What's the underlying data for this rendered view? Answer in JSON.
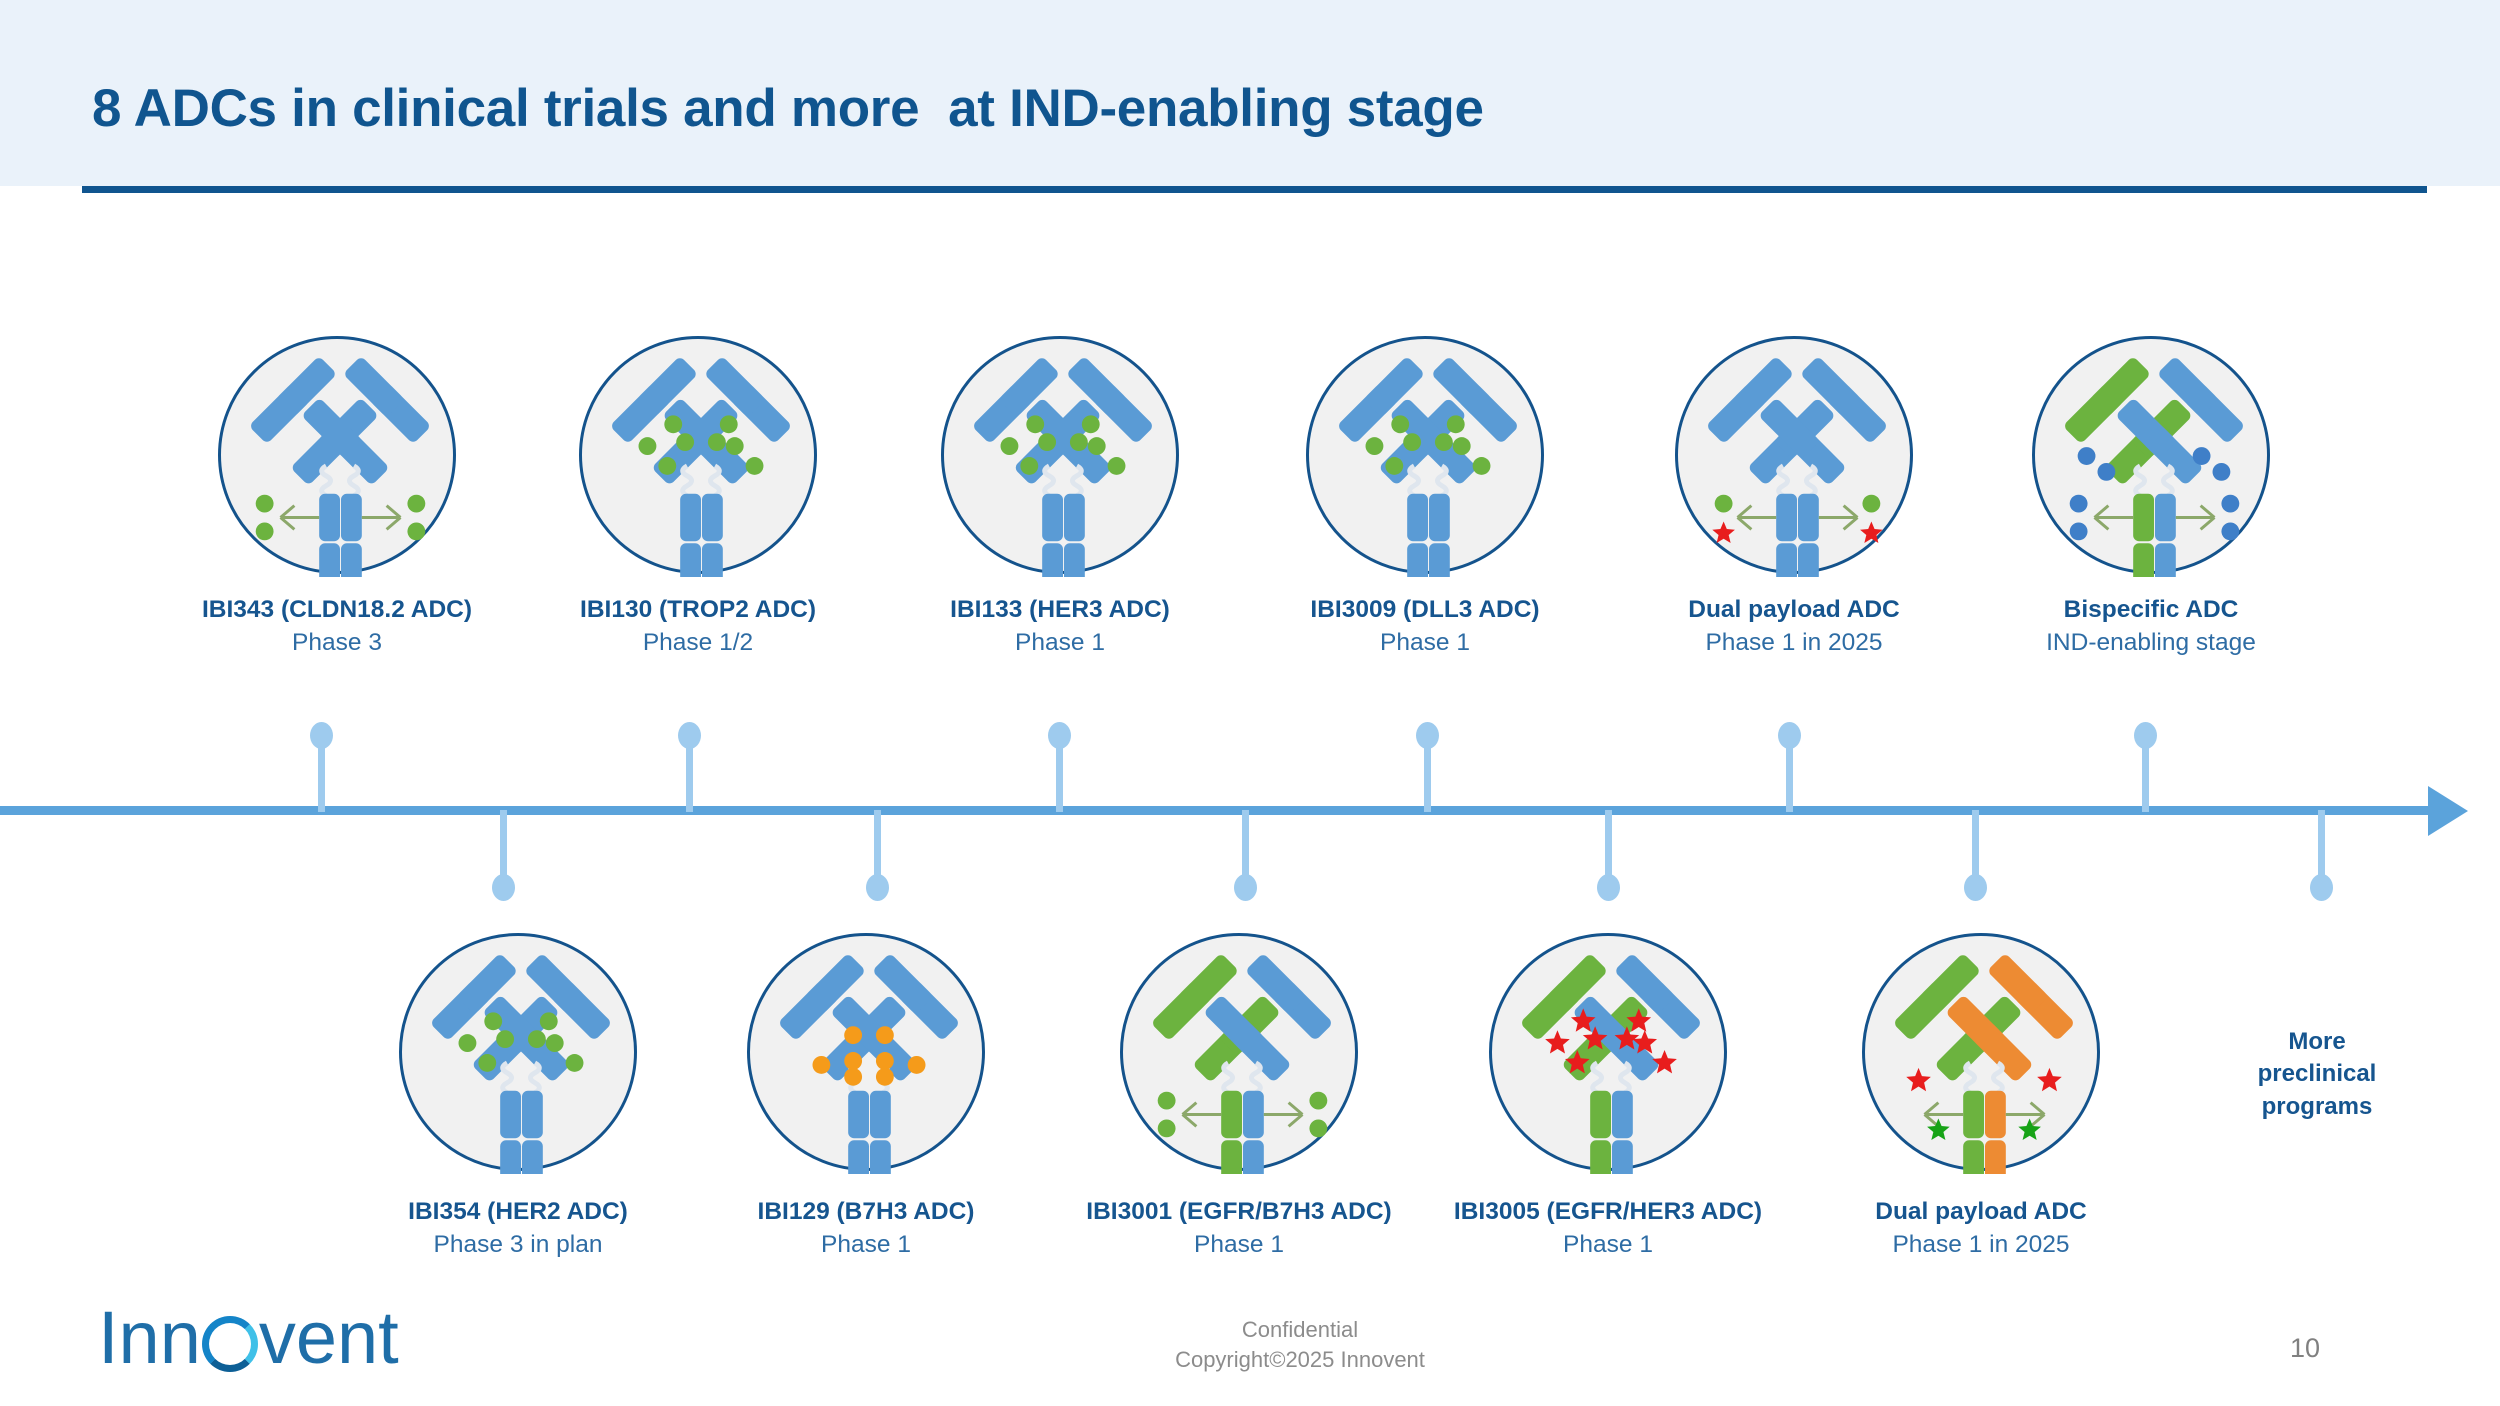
{
  "slide": {
    "title": "8 ADCs in clinical trials and more  at IND-enabling stage",
    "page_number": "10",
    "accent_color": "#10558f",
    "header_band_color": "#eaf2fa",
    "axis_color": "#5ba3db",
    "stem_color": "#9ecbee"
  },
  "logo": {
    "text_before": "Inn",
    "text_after": "vent",
    "icon": "innovent-ring-logo"
  },
  "footer": {
    "confidential_line1": "Confidential",
    "confidential_line2": "Copyright©2025 Innovent"
  },
  "end_marker": {
    "label": "More\npreclinical\nprograms"
  },
  "top_row": [
    {
      "name": "IBI343 (CLDN18.2 ADC)",
      "phase": "Phase 3",
      "arms": [
        "#5a9bd5",
        "#5a9bd5"
      ],
      "payload": "green-dots",
      "linker": "extended"
    },
    {
      "name": "IBI130 (TROP2 ADC)",
      "phase": "Phase 1/2",
      "arms": [
        "#5a9bd5",
        "#5a9bd5"
      ],
      "payload": "green-dots",
      "linker": "arm-sites"
    },
    {
      "name": "IBI133 (HER3 ADC)",
      "phase": "Phase 1",
      "arms": [
        "#5a9bd5",
        "#5a9bd5"
      ],
      "payload": "green-dots",
      "linker": "arm-sites"
    },
    {
      "name": "IBI3009 (DLL3 ADC)",
      "phase": "Phase 1",
      "arms": [
        "#5a9bd5",
        "#5a9bd5"
      ],
      "payload": "green-dots",
      "linker": "arm-sites"
    },
    {
      "name": "Dual payload ADC",
      "phase": "Phase 1 in 2025",
      "arms": [
        "#5a9bd5",
        "#5a9bd5"
      ],
      "payload": "green-dot-red-star",
      "linker": "extended"
    },
    {
      "name": "Bispecific ADC",
      "phase": "IND-enabling stage",
      "arms": [
        "#6cb33f",
        "#5a9bd5"
      ],
      "payload": "blue-dots",
      "linker": "extended"
    }
  ],
  "bottom_row": [
    {
      "name": "IBI354 (HER2 ADC)",
      "phase": "Phase 3 in plan",
      "arms": [
        "#5a9bd5",
        "#5a9bd5"
      ],
      "payload": "green-dots",
      "linker": "arm-sites"
    },
    {
      "name": "IBI129 (B7H3 ADC)",
      "phase": "Phase 1",
      "arms": [
        "#5a9bd5",
        "#5a9bd5"
      ],
      "payload": "orange-dots",
      "linker": "hinge-cluster"
    },
    {
      "name": "IBI3001 (EGFR/B7H3 ADC)",
      "phase": "Phase 1",
      "arms": [
        "#6cb33f",
        "#5a9bd5"
      ],
      "payload": "green-dots",
      "linker": "extended"
    },
    {
      "name": "IBI3005 (EGFR/HER3 ADC)",
      "phase": "Phase 1",
      "arms": [
        "#6cb33f",
        "#5a9bd5"
      ],
      "payload": "red-stars",
      "linker": "arm-sites"
    },
    {
      "name": "Dual payload ADC",
      "phase": "Phase 1 in 2025",
      "arms": [
        "#6cb33f",
        "#ed8b33"
      ],
      "payload": "red-green-stars",
      "linker": "extended"
    }
  ],
  "colors": {
    "antibody_blue": "#5a9bd5",
    "antibody_green": "#6cb33f",
    "antibody_orange": "#ed8b33",
    "payload_green": "#6cb33f",
    "payload_red": "#e81d1d",
    "payload_orange": "#f59b1a",
    "payload_blue": "#3f7fc8",
    "circle_fill": "#f1f1f1",
    "circle_stroke": "#14538c"
  }
}
